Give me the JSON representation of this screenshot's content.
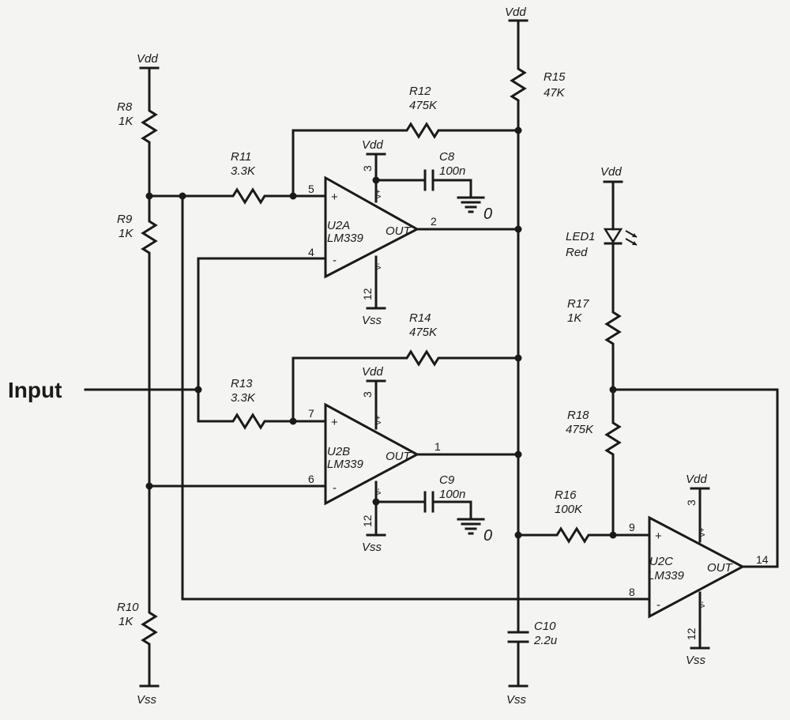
{
  "input_label": "Input",
  "rails": {
    "vdd": "Vdd",
    "vss": "Vss",
    "gnd": "0"
  },
  "resistors": {
    "R8": {
      "name": "R8",
      "value": "1K"
    },
    "R9": {
      "name": "R9",
      "value": "1K"
    },
    "R10": {
      "name": "R10",
      "value": "1K"
    },
    "R11": {
      "name": "R11",
      "value": "3.3K"
    },
    "R12": {
      "name": "R12",
      "value": "475K"
    },
    "R13": {
      "name": "R13",
      "value": "3.3K"
    },
    "R14": {
      "name": "R14",
      "value": "475K"
    },
    "R15": {
      "name": "R15",
      "value": "47K"
    },
    "R16": {
      "name": "R16",
      "value": "100K"
    },
    "R17": {
      "name": "R17",
      "value": "1K"
    },
    "R18": {
      "name": "R18",
      "value": "475K"
    }
  },
  "capacitors": {
    "C8": {
      "name": "C8",
      "value": "100n"
    },
    "C9": {
      "name": "C9",
      "value": "100n"
    },
    "C10": {
      "name": "C10",
      "value": "2.2u"
    }
  },
  "led": {
    "name": "LED1",
    "color": "Red"
  },
  "opamps": {
    "U2A": {
      "name": "U2A",
      "part": "LM339",
      "pin_plus": "5",
      "pin_minus": "4",
      "pin_out": "2",
      "pin_vdd": "3",
      "pin_vss": "12"
    },
    "U2B": {
      "name": "U2B",
      "part": "LM339",
      "pin_plus": "7",
      "pin_minus": "6",
      "pin_out": "1",
      "pin_vdd": "3",
      "pin_vss": "12"
    },
    "U2C": {
      "name": "U2C",
      "part": "LM339",
      "pin_plus": "9",
      "pin_minus": "8",
      "pin_out": "14",
      "pin_vdd": "3",
      "pin_vss": "12"
    }
  },
  "symbols": {
    "plus": "+",
    "minus": "-",
    "out": "OUT",
    "vplus": "V+",
    "vminus": "V-"
  }
}
